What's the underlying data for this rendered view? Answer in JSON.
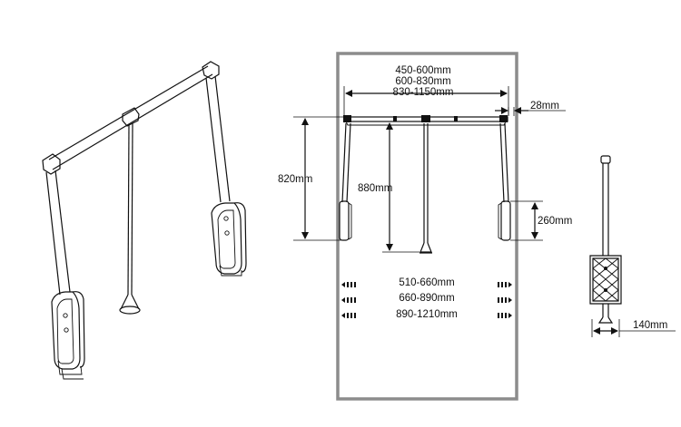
{
  "colors": {
    "frame": "#8c8c8c",
    "line": "#111111",
    "background": "#ffffff"
  },
  "labels": {
    "width_range_1": "450-600mm",
    "width_range_2": "600-830mm",
    "width_range_3": "830-1150mm",
    "offset": "28mm",
    "height_left": "820mm",
    "height_center": "880mm",
    "handle_height": "260mm",
    "cabinet_range_1": "510-660mm",
    "cabinet_range_2": "660-890mm",
    "cabinet_range_3": "890-1210mm",
    "depth": "140mm"
  },
  "icons": {
    "arrow_left": "double-arrow-left-icon",
    "arrow_right": "double-arrow-right-icon"
  }
}
